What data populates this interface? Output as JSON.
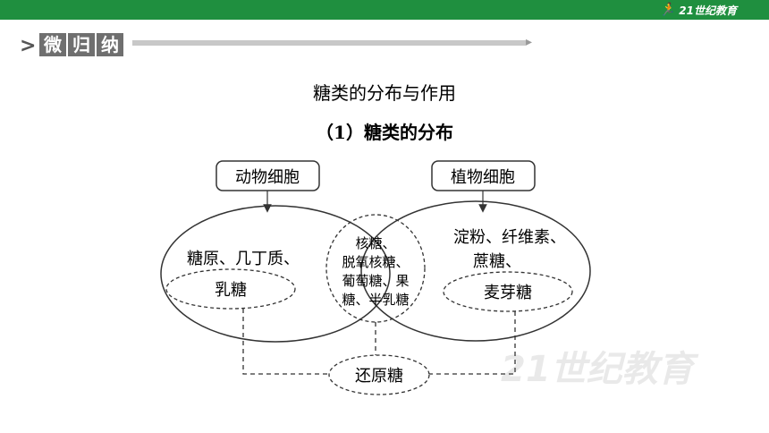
{
  "logo": {
    "text": "21世纪教育"
  },
  "section": {
    "tag": [
      "微",
      "归",
      "纳"
    ]
  },
  "title": "糖类的分布与作用",
  "subtitle": "（1）糖类的分布",
  "diagram": {
    "animal_label": "动物细胞",
    "plant_label": "植物细胞",
    "animal_sugars": "糖原、几丁质、",
    "animal_lactose": "乳糖",
    "common_lines": [
      "核糖、",
      "脱氧核糖、",
      "葡萄糖、果",
      "糖、半乳糖"
    ],
    "plant_sugars_line1": "淀粉、纤维素、",
    "plant_sugars_line2": "蔗糖、",
    "plant_maltose": "麦芽糖",
    "reducing_sugar": "还原糖"
  },
  "colors": {
    "topbar": "#1f8f3f",
    "stroke": "#333333"
  },
  "watermark": {
    "text": "21世纪教育"
  }
}
